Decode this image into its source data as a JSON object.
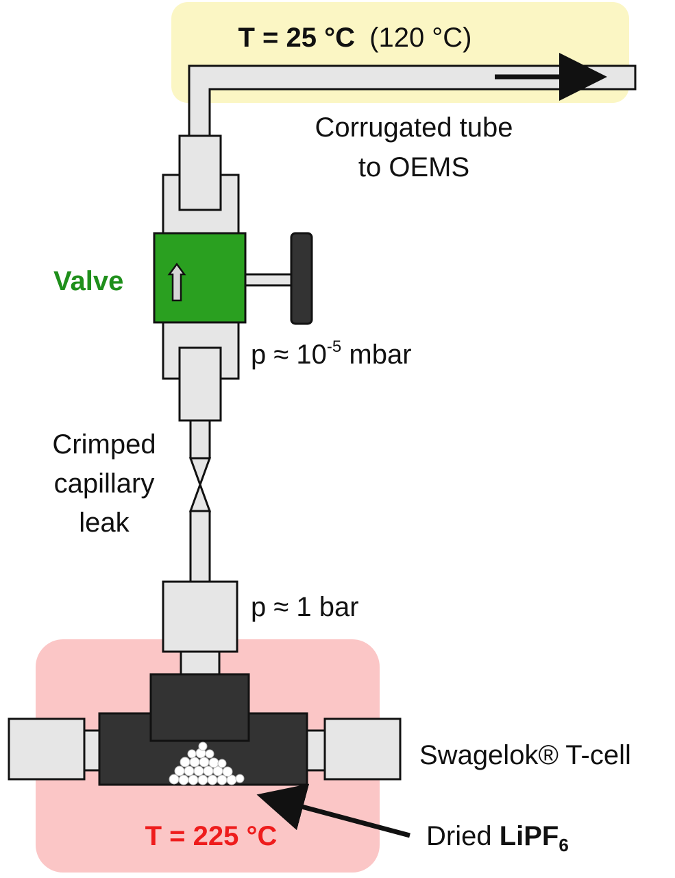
{
  "colors": {
    "top_zone": "#fbf6c4",
    "hot_zone": "#fbc6c6",
    "valve": "#2aa020",
    "valve_text": "#1f8f1b",
    "hot_text": "#ee1c1c",
    "part_fill": "#e6e6e6",
    "cell_fill": "#333333"
  },
  "labels": {
    "top_temp_bold": "T = 25 °C",
    "top_temp_paren": "(120 °C)",
    "tube_line1": "Corrugated tube",
    "tube_line2": "to OEMS",
    "valve": "Valve",
    "pressure_low_prefix": "p ≈ 10",
    "pressure_low_exp": "-5",
    "pressure_low_unit": " mbar",
    "leak_line1": "Crimped",
    "leak_line2": "capillary",
    "leak_line3": "leak",
    "pressure_high": "p ≈ 1 bar",
    "cell": "Swagelok® T-cell",
    "hot_temp": "T = 225 °C",
    "salt_prefix": "Dried ",
    "salt_formula": "LiPF",
    "salt_sub": "6"
  },
  "icons": {
    "valve_arrow": "up-arrow-icon",
    "flow_arrow": "right-arrow-icon",
    "pointer_arrow": "left-arrow-icon"
  }
}
